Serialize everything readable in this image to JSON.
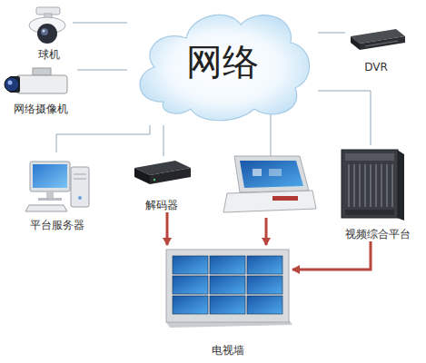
{
  "diagram": {
    "nodes": [
      {
        "text": [
          "球机"
        ]
      },
      {
        "text": [
          "网络"
        ]
      },
      {
        "text": [
          "DVR"
        ]
      },
      {
        "text": [
          "网络摄像机"
        ]
      },
      {
        "text": [
          "平台服务器"
        ]
      },
      {
        "text": [
          "解码器"
        ]
      },
      {
        "text": [
          "视频综合平台"
        ]
      },
      {
        "text": [
          "电视墙"
        ]
      }
    ],
    "edges": [
      {
        "from": 0,
        "to": 1,
        "arrow": "none"
      },
      {
        "from": 3,
        "to": 1,
        "arrow": "none"
      },
      {
        "from": 1,
        "to": 2,
        "arrow": "none"
      },
      {
        "from": 1,
        "to": 4,
        "arrow": "none"
      },
      {
        "from": 1,
        "to": 5,
        "arrow": "none"
      },
      {
        "from": 1,
        "to": 6,
        "arrow": "none"
      },
      {
        "from": 5,
        "to": 7,
        "arrow": "to"
      },
      {
        "from": 6,
        "to": 7,
        "arrow": "to"
      }
    ]
  }
}
